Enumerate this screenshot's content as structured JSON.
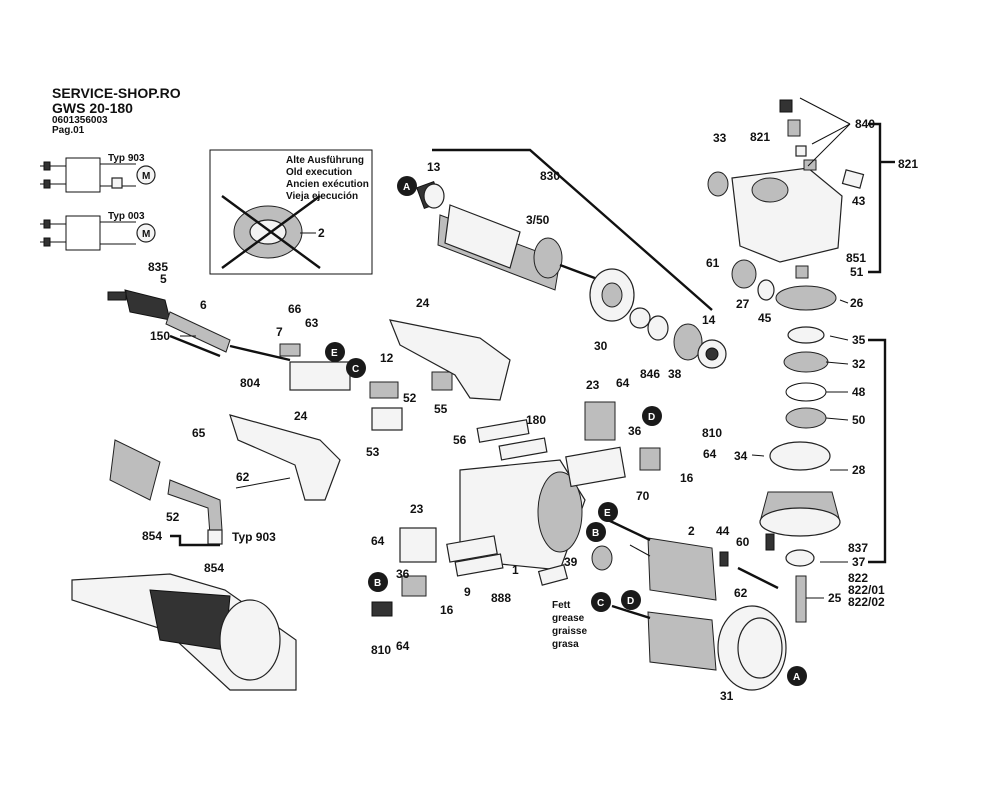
{
  "header": {
    "shop": "SERVICE-SHOP.RO",
    "model": "GWS 20-180",
    "code": "0601356003",
    "page": "Pag.01"
  },
  "typ_labels": {
    "typ903_top": "Typ 903",
    "typ003": "Typ 003",
    "typ903_bottom": "Typ 903"
  },
  "old_execution": [
    "Alte Ausführung",
    "Old execution",
    "Ancien exécution",
    "Vieja ejecución"
  ],
  "grease_note": [
    "Fett",
    "grease",
    "graisse",
    "grasa"
  ],
  "callouts": [
    "A",
    "A",
    "B",
    "B",
    "C",
    "C",
    "D",
    "D",
    "E",
    "E"
  ],
  "parts": [
    {
      "n": "2"
    },
    {
      "n": "13"
    },
    {
      "n": "830"
    },
    {
      "n": "3/50"
    },
    {
      "n": "835"
    },
    {
      "n": "5"
    },
    {
      "n": "6"
    },
    {
      "n": "150"
    },
    {
      "n": "66"
    },
    {
      "n": "7"
    },
    {
      "n": "63"
    },
    {
      "n": "24"
    },
    {
      "n": "804"
    },
    {
      "n": "12"
    },
    {
      "n": "52"
    },
    {
      "n": "55"
    },
    {
      "n": "53"
    },
    {
      "n": "65"
    },
    {
      "n": "24"
    },
    {
      "n": "62"
    },
    {
      "n": "52"
    },
    {
      "n": "854"
    },
    {
      "n": "854"
    },
    {
      "n": "30"
    },
    {
      "n": "846"
    },
    {
      "n": "38"
    },
    {
      "n": "14"
    },
    {
      "n": "33"
    },
    {
      "n": "821"
    },
    {
      "n": "840"
    },
    {
      "n": "821"
    },
    {
      "n": "43"
    },
    {
      "n": "61"
    },
    {
      "n": "851"
    },
    {
      "n": "51"
    },
    {
      "n": "27"
    },
    {
      "n": "45"
    },
    {
      "n": "26"
    },
    {
      "n": "35"
    },
    {
      "n": "32"
    },
    {
      "n": "48"
    },
    {
      "n": "50"
    },
    {
      "n": "34"
    },
    {
      "n": "28"
    },
    {
      "n": "60"
    },
    {
      "n": "837"
    },
    {
      "n": "37"
    },
    {
      "n": "25"
    },
    {
      "n": "822"
    },
    {
      "n": "822/01"
    },
    {
      "n": "822/02"
    },
    {
      "n": "23"
    },
    {
      "n": "64"
    },
    {
      "n": "180"
    },
    {
      "n": "56"
    },
    {
      "n": "810"
    },
    {
      "n": "36"
    },
    {
      "n": "64"
    },
    {
      "n": "16"
    },
    {
      "n": "70"
    },
    {
      "n": "23"
    },
    {
      "n": "64"
    },
    {
      "n": "1"
    },
    {
      "n": "9"
    },
    {
      "n": "36"
    },
    {
      "n": "16"
    },
    {
      "n": "888"
    },
    {
      "n": "810"
    },
    {
      "n": "64"
    },
    {
      "n": "39"
    },
    {
      "n": "2"
    },
    {
      "n": "44"
    },
    {
      "n": "62"
    },
    {
      "n": "31"
    }
  ]
}
